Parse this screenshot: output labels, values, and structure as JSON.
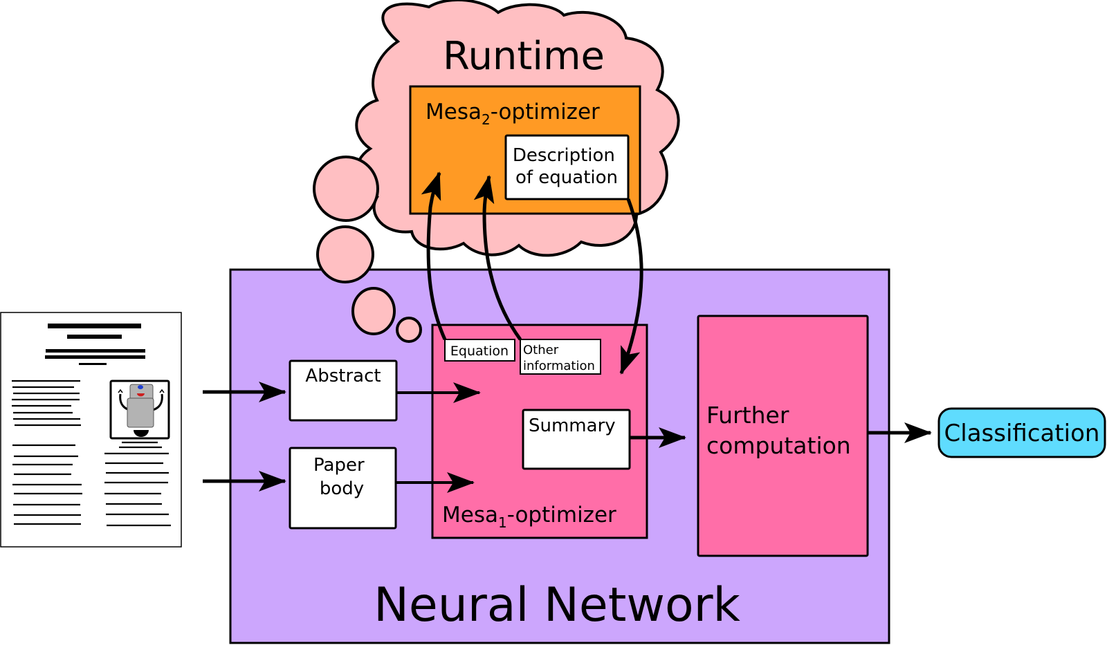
{
  "colors": {
    "neural_network_fill": "#cca6fd",
    "mesa1_fill": "#ff6ea8",
    "further_fill": "#ff6ea8",
    "cloud_fill": "#ffbfc2",
    "mesa2_fill": "#ff9a24",
    "classification_fill": "#5fdcfe",
    "box_fill": "#ffffff",
    "stroke": "#000000",
    "robot_body": "#b3b3b3",
    "robot_eye": "#1f3fd0",
    "robot_mouth": "#cc1f1f"
  },
  "labels": {
    "runtime": "Runtime",
    "mesa2_prefix": "Mesa",
    "mesa2_sub": "2",
    "mesa2_suffix": "-optimizer",
    "description_line1": "Description",
    "description_line2": "of equation",
    "equation": "Equation",
    "other_info_line1": "Other",
    "other_info_line2": "information",
    "abstract": "Abstract",
    "paper_body_line1": "Paper",
    "paper_body_line2": "body",
    "summary": "Summary",
    "mesa1_prefix": "Mesa",
    "mesa1_sub": "1",
    "mesa1_suffix": "-optimizer",
    "further_line1": "Further",
    "further_line2": "computation",
    "classification": "Classification",
    "neural_network": "Neural Network"
  }
}
